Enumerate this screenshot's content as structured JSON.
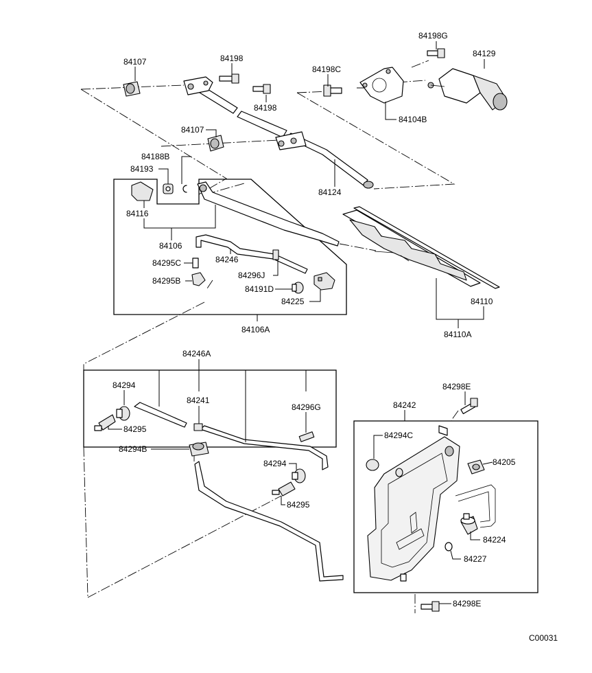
{
  "figure_code": "C00031",
  "labels": {
    "p84107a": "84107",
    "p84198a": "84198",
    "p84198b": "84198",
    "p84107b": "84107",
    "p84188b": "84188B",
    "p84193": "84193",
    "p84116": "84116",
    "p84106": "84106",
    "p84295c": "84295C",
    "p84246": "84246",
    "p84295b": "84295B",
    "p84296j": "84296J",
    "p84191d": "84191D",
    "p84225": "84225",
    "p84106a": "84106A",
    "p84124": "84124",
    "p84198g": "84198G",
    "p84129": "84129",
    "p84198c": "84198C",
    "p84104b": "84104B",
    "p84110": "84110",
    "p84110a": "84110A",
    "p84246a": "84246A",
    "p84294a": "84294",
    "p84241": "84241",
    "p84296g": "84296G",
    "p84295a": "84295",
    "p84294b": "84294B",
    "p84294c_up": "84294",
    "p84295d": "84295",
    "p84298e_top": "84298E",
    "p84242": "84242",
    "p84294c": "84294C",
    "p84205": "84205",
    "p84224": "84224",
    "p84227": "84227",
    "p84298e_bot": "84298E"
  }
}
